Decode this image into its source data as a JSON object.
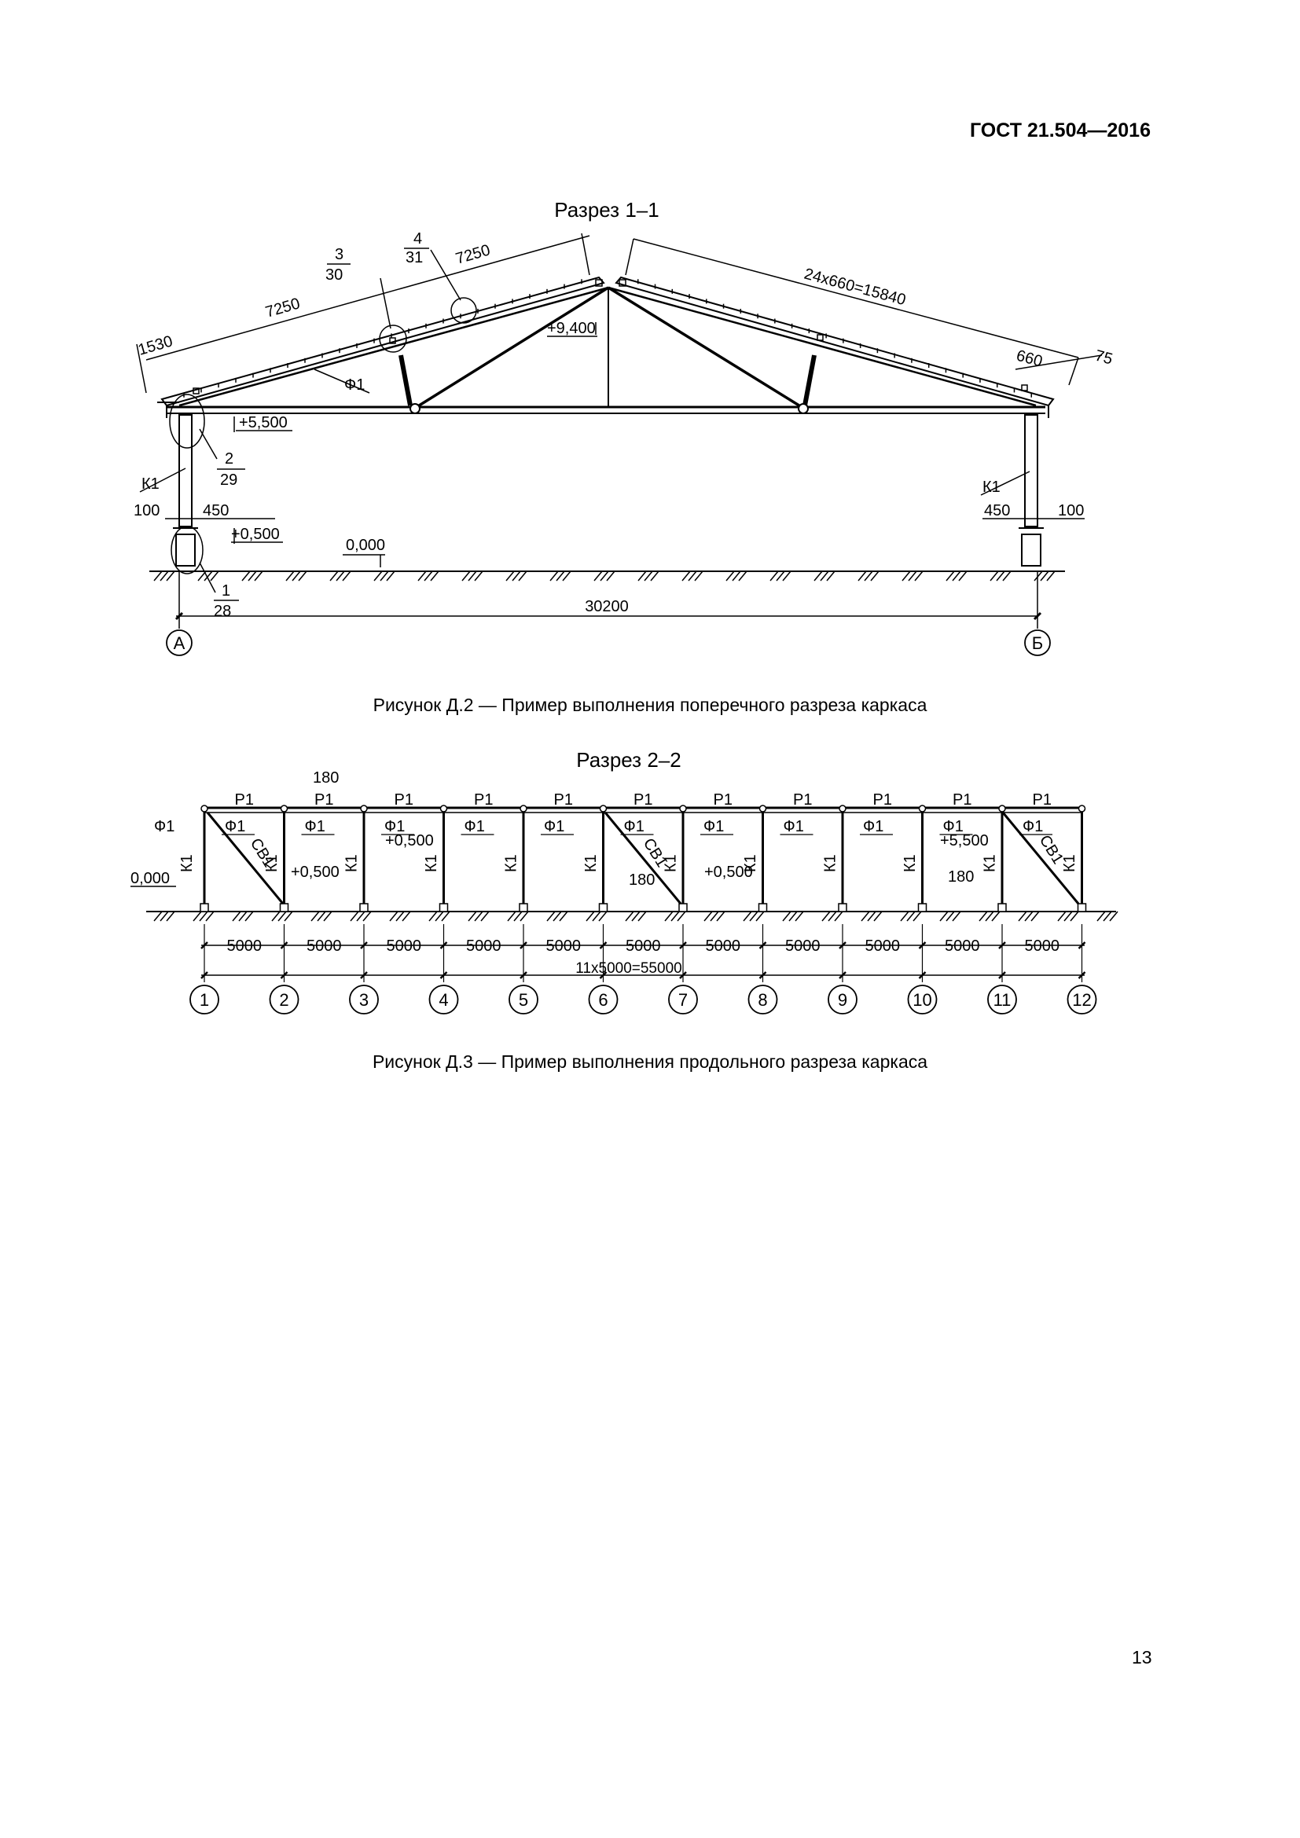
{
  "header": {
    "doc_code": "ГОСТ 21.504—2016"
  },
  "section1": {
    "title": "Разрез 1–1",
    "caption": "Рисунок Д.2 — Пример выполнения поперечного разреза каркаса",
    "dims": {
      "d1530": "1530",
      "d7250_left": "7250",
      "d7250_mid": "7250",
      "d24x660": "24x660=15840",
      "d660": "660",
      "d75": "75",
      "d100_left": "100",
      "d450_left": "450",
      "d450_right": "450",
      "d100_right": "100",
      "d30200": "30200"
    },
    "levels": {
      "ridge": "+9,400",
      "eave": "+5,500",
      "base": "+0,500",
      "ground": "0,000"
    },
    "callouts": {
      "c3": "3",
      "c30": "30",
      "c4": "4",
      "c31": "31",
      "c2": "2",
      "c29": "29",
      "c1": "1",
      "c28": "28"
    },
    "labels": {
      "truss": "Ф1",
      "column_left": "К1",
      "column_right": "К1"
    },
    "axes": [
      "А",
      "Б"
    ]
  },
  "section2": {
    "title": "Разрез 2–2",
    "caption": "Рисунок Д.3 — Пример выполнения продольного разреза каркаса",
    "purlin_label": "Р1",
    "truss_label": "Ф1",
    "column_label": "К1",
    "brace_label": "СВ1",
    "dim_180": "180",
    "levels": {
      "ground": "0,000",
      "base": "+0,500",
      "eave": "+5,500"
    },
    "span_value": "5000",
    "total": "11x5000=55000",
    "axes": [
      "1",
      "2",
      "3",
      "4",
      "5",
      "6",
      "7",
      "8",
      "9",
      "10",
      "11",
      "12"
    ]
  },
  "footer": {
    "page_number": "13"
  }
}
